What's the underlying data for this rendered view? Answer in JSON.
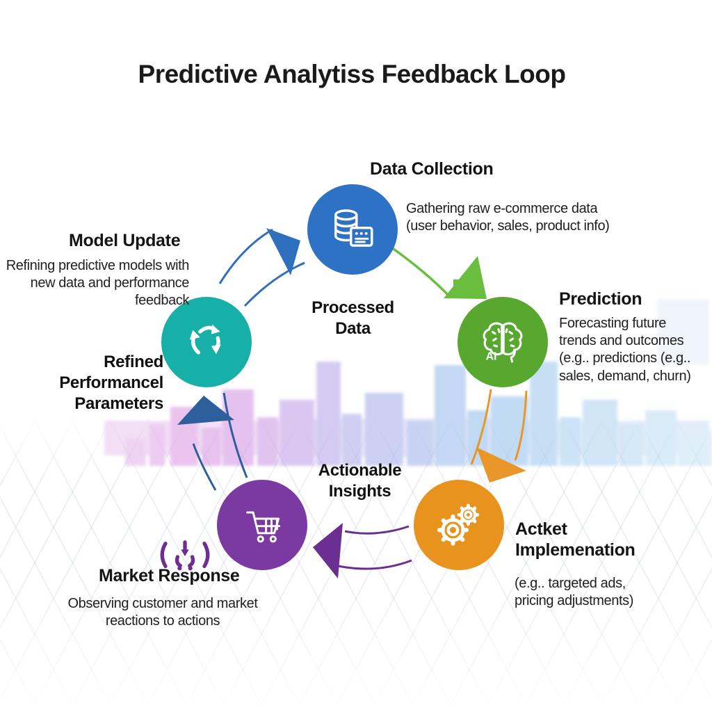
{
  "title": "Predictive Analytiss Feedback Loop",
  "nodes": [
    {
      "id": "data-collection",
      "title": "Data Collection",
      "description": "Gathering raw e-commerce data\n(user behavior, sales, product info)",
      "icon": "database-icon",
      "color": "#2d72c5"
    },
    {
      "id": "prediction",
      "title": "Prediction",
      "description": "Forecasting future\ntrends and outcomes\n(e.g.. predictions (e.g..\nsales, demand, churn)",
      "icon": "ai-brain-icon",
      "badge": "AI",
      "color": "#58a72f"
    },
    {
      "id": "action-implementation",
      "title": "Actket\nImplemenation",
      "description": "(e.g.. targeted ads,\npricing adjustments)",
      "icon": "gears-icon",
      "color": "#e8931d"
    },
    {
      "id": "market-response",
      "title": "Market Response",
      "description": "Observing customer and market\nreactions to actions",
      "icon": "shopping-cart-icon",
      "color": "#7b3aa2"
    },
    {
      "id": "model-update",
      "title": "Model Update",
      "description": "Refining predictive models with\nnew data and performance\nfeedback",
      "icon": "refresh-cycle-icon",
      "color": "#16b0a8"
    }
  ],
  "flow_labels": [
    {
      "id": "processed-data",
      "text": "Processed Data"
    },
    {
      "id": "actionable-insights",
      "text": "Actionable\nInsights"
    },
    {
      "id": "refined-parameters",
      "text": "Refined\nPerformancel\nParameters"
    }
  ],
  "arrows": [
    {
      "from": "model-update",
      "to": "data-collection",
      "color": "#2e6fbe"
    },
    {
      "from": "data-collection",
      "to": "prediction",
      "color": "#6abe3e"
    },
    {
      "from": "prediction",
      "to": "action-implementation",
      "color": "#e8962a"
    },
    {
      "from": "action-implementation",
      "to": "market-response",
      "color": "#6b2f94"
    },
    {
      "from": "market-response",
      "to": "model-update",
      "color": "#2e5f9d"
    }
  ]
}
